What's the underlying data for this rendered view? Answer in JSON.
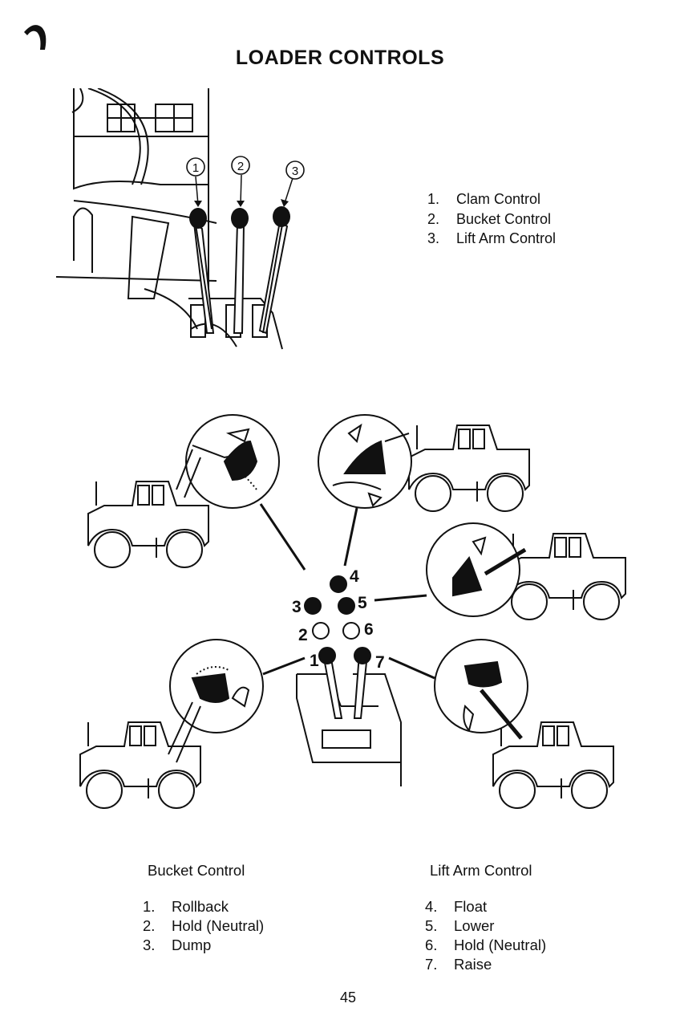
{
  "page": {
    "title": "LOADER CONTROLS",
    "page_number": "45"
  },
  "top_figure": {
    "callouts": [
      "1",
      "2",
      "3"
    ],
    "legend": [
      {
        "num": "1.",
        "text": "Clam Control"
      },
      {
        "num": "2.",
        "text": "Bucket Control"
      },
      {
        "num": "3.",
        "text": "Lift Arm Control"
      }
    ]
  },
  "bottom_figure": {
    "lever_positions": [
      "1",
      "2",
      "3",
      "4",
      "5",
      "6",
      "7"
    ]
  },
  "bucket_control": {
    "heading": "Bucket Control",
    "items": [
      {
        "num": "1.",
        "text": "Rollback"
      },
      {
        "num": "2.",
        "text": "Hold (Neutral)"
      },
      {
        "num": "3.",
        "text": "Dump"
      }
    ]
  },
  "lift_arm_control": {
    "heading": "Lift Arm Control",
    "items": [
      {
        "num": "4.",
        "text": "Float"
      },
      {
        "num": "5.",
        "text": "Lower"
      },
      {
        "num": "6.",
        "text": "Hold (Neutral)"
      },
      {
        "num": "7.",
        "text": "Raise"
      }
    ]
  }
}
